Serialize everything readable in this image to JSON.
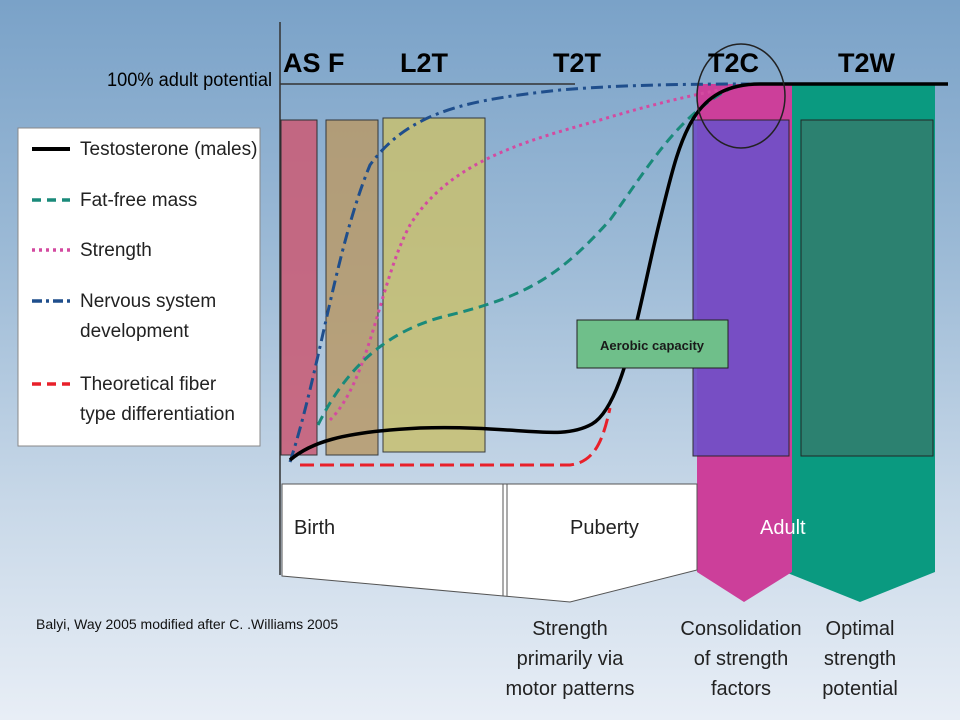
{
  "stage_headers": [
    "AS F",
    "L2T",
    "T2T",
    "T2C",
    "T2W"
  ],
  "y_axis_label": "100% adult potential",
  "legend": {
    "items": [
      {
        "label_lines": [
          "Testosterone (males)"
        ],
        "color": "#000000",
        "style": "solid"
      },
      {
        "label_lines": [
          "Fat-free mass"
        ],
        "color": "#1a8a7a",
        "style": "dashed"
      },
      {
        "label_lines": [
          "Strength"
        ],
        "color": "#d44aa0",
        "style": "dotted"
      },
      {
        "label_lines": [
          "Nervous system",
          "development"
        ],
        "color": "#1f4e8c",
        "style": "dashdot"
      },
      {
        "label_lines": [
          "Theoretical fiber",
          "type differentiation"
        ],
        "color": "#e8202a",
        "style": "dashed"
      }
    ]
  },
  "aerobic_label": "Aerobic capacity",
  "phases": {
    "birth": "Birth",
    "puberty": "Puberty",
    "adult": "Adult"
  },
  "bottom_notes": [
    [
      "Strength",
      "primarily via",
      "motor patterns"
    ],
    [
      "Consolidation",
      "of strength",
      "factors"
    ],
    [
      "Optimal",
      "strength",
      "potential"
    ]
  ],
  "citation": "Balyi, Way 2005 modified after C. .Williams 2005",
  "colors": {
    "asf_box": "#c8607a",
    "f_box": "#b89a6a",
    "l2t_box": "#c8c070",
    "t2c_box": "#7050c8",
    "t2w_box": "#2e8070",
    "adult_magenta": "#cc3f9a",
    "adult_teal": "#0a9a80",
    "aerobic_box": "#6fbf8a"
  }
}
